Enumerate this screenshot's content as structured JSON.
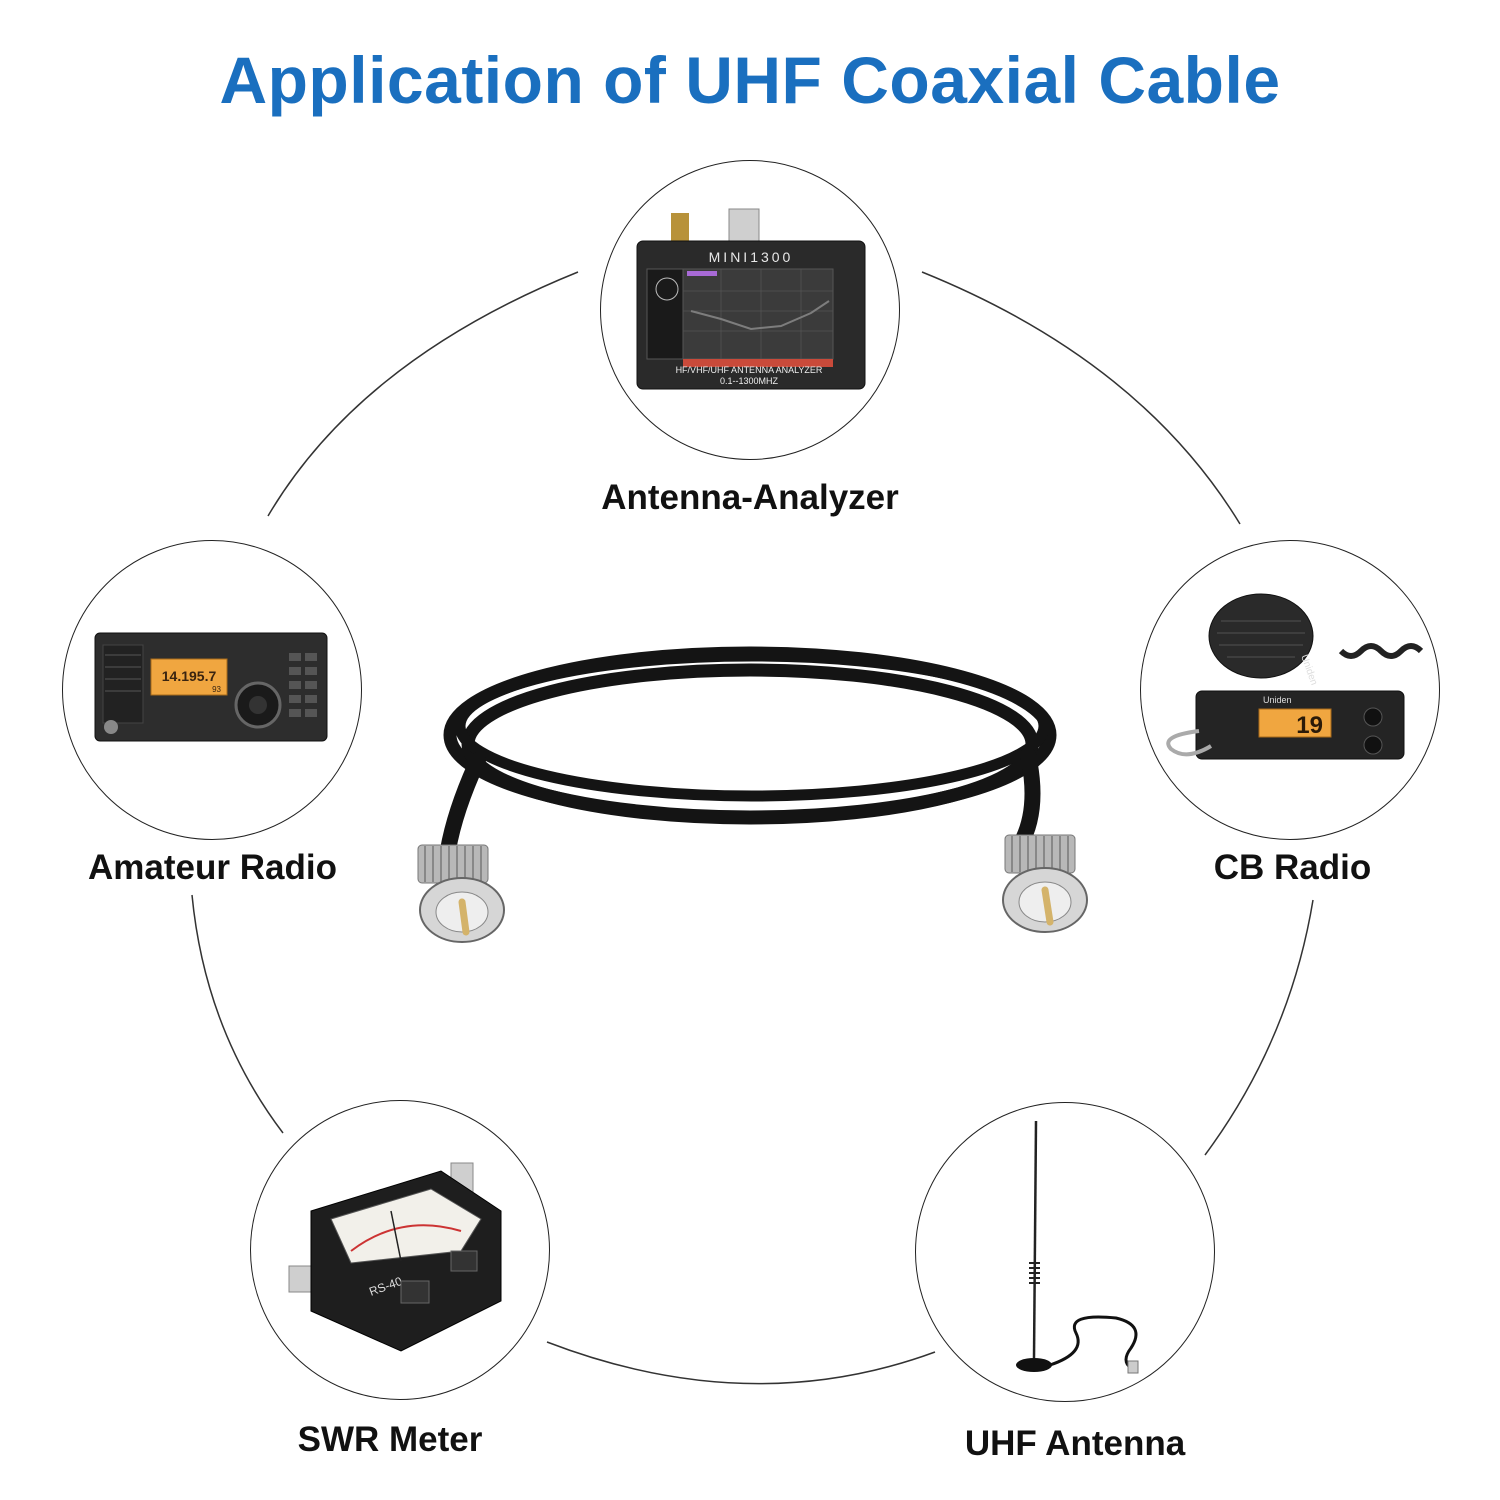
{
  "title": "Application of UHF Coaxial Cable",
  "applications": [
    {
      "label": "Antenna-Analyzer",
      "icon": "antenna-analyzer-icon"
    },
    {
      "label": "Amateur Radio",
      "icon": "amateur-radio-icon"
    },
    {
      "label": "CB Radio",
      "icon": "cb-radio-icon"
    },
    {
      "label": "SWR Meter",
      "icon": "swr-meter-icon"
    },
    {
      "label": "UHF Antenna",
      "icon": "uhf-antenna-icon"
    }
  ],
  "device_text": {
    "analyzer_name": "MINI1300",
    "analyzer_caption": "HF/VHF/UHF ANTENNA ANALYZER",
    "analyzer_range": "0.1--1300MHZ",
    "radio_display": "14.195.7",
    "radio_display_small": "93",
    "cb_brand": "Uniden",
    "cb_channel": "19",
    "swr_model": "RS-40"
  },
  "colors": {
    "title": "#1a6fbf",
    "cable": "#151515",
    "connector": "#c9c9c9",
    "pin": "#d4b36a",
    "lcd": "#f0a640"
  }
}
